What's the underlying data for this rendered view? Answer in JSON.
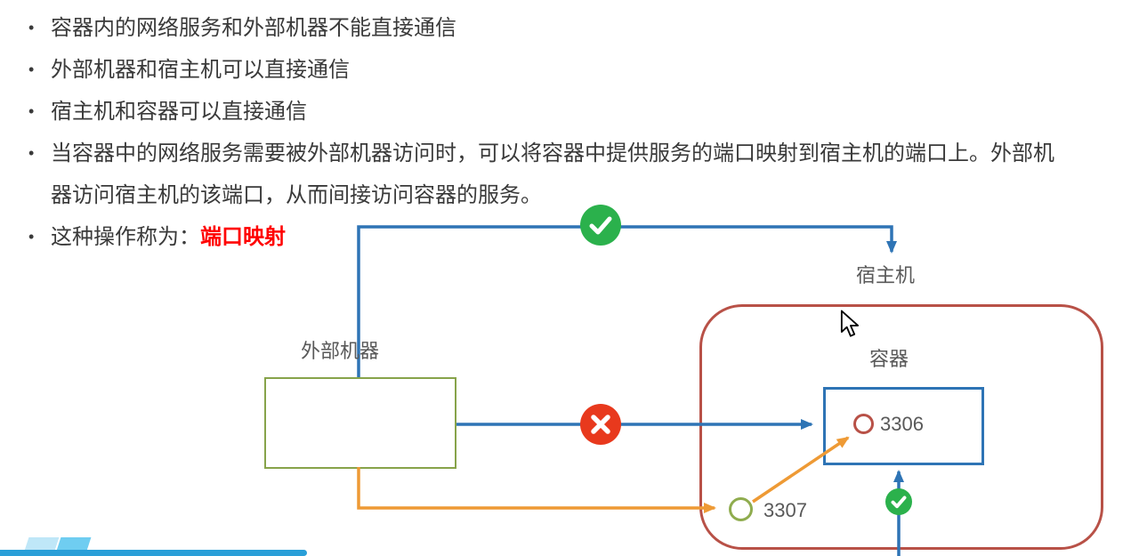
{
  "slide": {
    "bullets": [
      "容器内的网络服务和外部机器不能直接通信",
      "外部机器和宿主机可以直接通信",
      "宿主机和容器可以直接通信",
      "当容器中的网络服务需要被外部机器访问时，可以将容器中提供服务的端口映射到宿主机的端口上。外部机器访问宿主机的该端口，从而间接访问容器的服务。",
      {
        "prefix": "这种操作称为：",
        "highlight": "端口映射"
      }
    ]
  },
  "diagram": {
    "external_machine_label": "外部机器",
    "host_label": "宿主机",
    "container_label": "容器",
    "mapped_port": "3306",
    "host_port": "3307",
    "icons": {
      "allowed": "check-icon",
      "blocked": "cross-icon"
    },
    "colors": {
      "line_blue": "#2e74b5",
      "line_orange": "#ee9a35",
      "external_box_green": "#87a34a",
      "host_box_red": "#b85147",
      "container_box_blue": "#2e74b5",
      "check_green": "#2bb14c",
      "cross_red": "#e8391d",
      "highlight_red": "#ff0000",
      "label_gray": "#595959"
    }
  }
}
